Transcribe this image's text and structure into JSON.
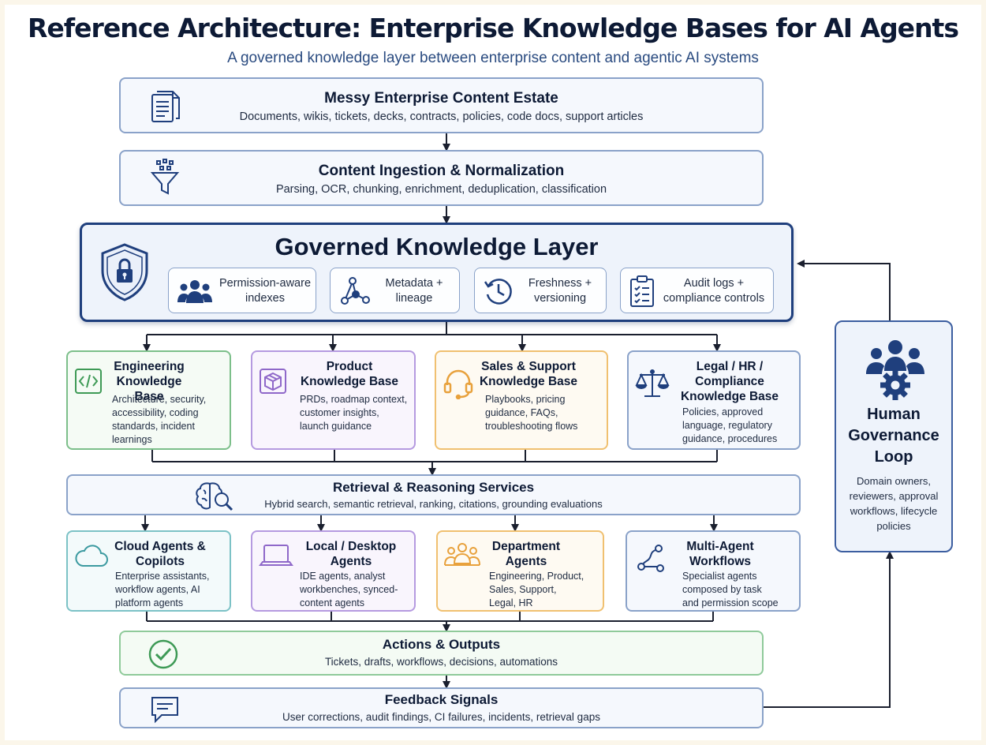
{
  "header": {
    "title": "Reference Architecture: Enterprise Knowledge Bases for AI Agents",
    "subtitle": "A governed knowledge layer between enterprise content and agentic AI systems"
  },
  "stages": {
    "content_estate": {
      "title": "Messy Enterprise Content Estate",
      "desc": "Documents, wikis, tickets, decks, contracts, policies, code docs, support articles",
      "icon": "documents-icon"
    },
    "ingestion": {
      "title": "Content Ingestion & Normalization",
      "desc": "Parsing, OCR, chunking, enrichment, deduplication, classification",
      "icon": "funnel-icon"
    },
    "retrieval": {
      "title": "Retrieval & Reasoning Services",
      "desc": "Hybrid search, semantic retrieval, ranking, citations, grounding evaluations",
      "icon": "brain-search-icon"
    },
    "actions": {
      "title": "Actions & Outputs",
      "desc": "Tickets, drafts, workflows, decisions, automations",
      "icon": "check-circle-icon"
    },
    "feedback": {
      "title": "Feedback Signals",
      "desc": "User corrections, audit findings, CI failures, incidents, retrieval gaps",
      "icon": "chat-bubble-icon"
    }
  },
  "governed_layer": {
    "title": "Governed Knowledge Layer",
    "icon": "shield-lock-icon",
    "features": [
      {
        "line1": "Permission-aware",
        "line2": "indexes",
        "icon": "users-icon"
      },
      {
        "line1": "Metadata +",
        "line2": "lineage",
        "icon": "graph-nodes-icon"
      },
      {
        "line1": "Freshness +",
        "line2": "versioning",
        "icon": "clock-refresh-icon"
      },
      {
        "line1": "Audit logs +",
        "line2": "compliance controls",
        "icon": "clipboard-check-icon"
      }
    ]
  },
  "knowledge_bases": [
    {
      "title1": "Engineering",
      "title2": "Knowledge Base",
      "title3": "",
      "desc": [
        "Architecture, security,",
        "accessibility, coding",
        "standards, incident",
        "learnings"
      ],
      "icon": "code-icon",
      "color": "#3e9a56",
      "bg": "#f5fbf5"
    },
    {
      "title1": "Product",
      "title2": "Knowledge Base",
      "title3": "",
      "desc": [
        "PRDs, roadmap context,",
        "customer insights,",
        "launch guidance"
      ],
      "icon": "box-icon",
      "color": "#8f68c9",
      "bg": "#f9f5fd"
    },
    {
      "title1": "Sales & Support",
      "title2": "Knowledge Base",
      "title3": "",
      "desc": [
        "Playbooks, pricing",
        "guidance, FAQs,",
        "troubleshooting flows"
      ],
      "icon": "headset-icon",
      "color": "#e8a13c",
      "bg": "#fefaf2"
    },
    {
      "title1": "Legal / HR /",
      "title2": "Compliance",
      "title3": "Knowledge Base",
      "desc": [
        "Policies, approved",
        "language, regulatory",
        "guidance, procedures"
      ],
      "icon": "scales-icon",
      "color": "#5a7fc0",
      "bg": "#f5f8fd"
    }
  ],
  "agents": [
    {
      "title1": "Cloud Agents &",
      "title2": "Copilots",
      "desc": [
        "Enterprise assistants,",
        "workflow agents, AI",
        "platform agents"
      ],
      "icon": "cloud-icon",
      "color": "#3c9aa0",
      "bg": "#f3fafb"
    },
    {
      "title1": "Local / Desktop",
      "title2": "Agents",
      "desc": [
        "IDE agents, analyst",
        "workbenches, synced-",
        "content agents"
      ],
      "icon": "laptop-icon",
      "color": "#8f68c9",
      "bg": "#f9f5fd"
    },
    {
      "title1": "Department",
      "title2": "Agents",
      "desc": [
        "Engineering, Product,",
        "Sales, Support,",
        "Legal, HR"
      ],
      "icon": "team-icon",
      "color": "#e8a13c",
      "bg": "#fefaf2"
    },
    {
      "title1": "Multi-Agent",
      "title2": "Workflows",
      "desc": [
        "Specialist agents",
        "composed by task",
        "and permission scope"
      ],
      "icon": "workflow-icon",
      "color": "#5a7fc0",
      "bg": "#f5f8fd"
    }
  ],
  "human_loop": {
    "title": [
      "Human",
      "Governance",
      "Loop"
    ],
    "desc": [
      "Domain owners,",
      "reviewers, approval",
      "workflows, lifecycle",
      "policies"
    ],
    "icon": "people-gear-icon"
  },
  "colors": {
    "navy": "#1f3f7d",
    "stage_border": "#8aa2c9",
    "actions_green": "#3e9a56"
  }
}
